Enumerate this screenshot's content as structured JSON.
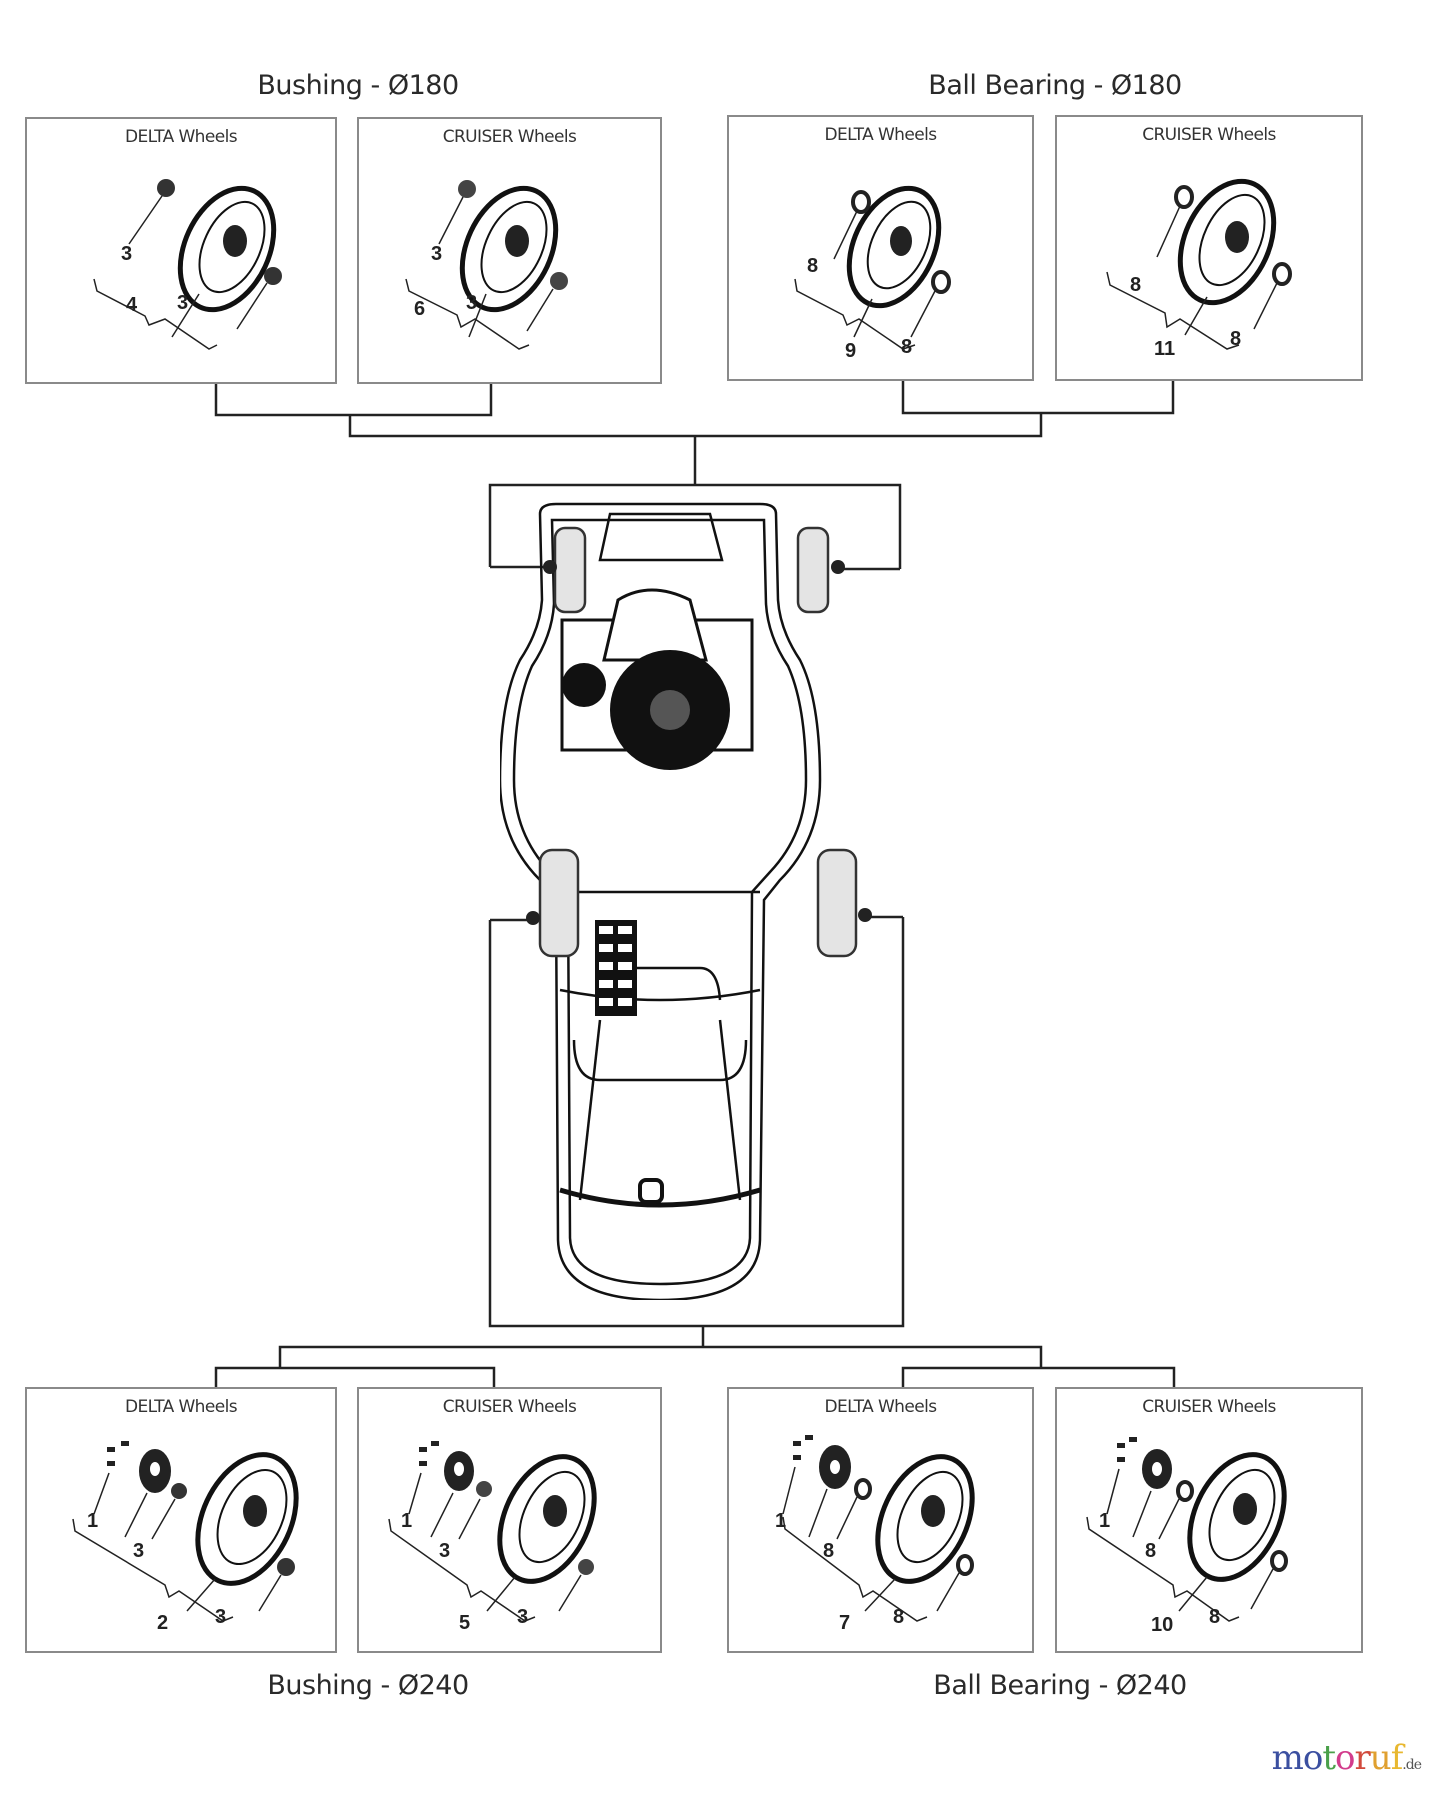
{
  "diagram": {
    "type": "exploded-parts-diagram",
    "subject": "lawn mower wheels (top view)",
    "groups": [
      {
        "title": "Bushing - Ø180",
        "position": "top-left",
        "panels": [
          {
            "title": "DELTA Wheels",
            "callouts": [
              "3",
              "4",
              "3"
            ]
          },
          {
            "title": "CRUISER Wheels",
            "callouts": [
              "3",
              "6",
              "3"
            ]
          }
        ],
        "connects_to": "front wheels"
      },
      {
        "title": "Ball Bearing - Ø180",
        "position": "top-right",
        "panels": [
          {
            "title": "DELTA Wheels",
            "callouts": [
              "8",
              "9",
              "8"
            ]
          },
          {
            "title": "CRUISER Wheels",
            "callouts": [
              "8",
              "11",
              "8"
            ]
          }
        ],
        "connects_to": "front wheels"
      },
      {
        "title": "Bushing - Ø240",
        "position": "bottom-left",
        "panels": [
          {
            "title": "DELTA Wheels",
            "callouts": [
              "1",
              "3",
              "2",
              "3"
            ]
          },
          {
            "title": "CRUISER Wheels",
            "callouts": [
              "1",
              "3",
              "5",
              "3"
            ]
          }
        ],
        "connects_to": "rear wheels"
      },
      {
        "title": "Ball Bearing - Ø240",
        "position": "bottom-right",
        "panels": [
          {
            "title": "DELTA Wheels",
            "callouts": [
              "1",
              "8",
              "7",
              "8"
            ]
          },
          {
            "title": "CRUISER Wheels",
            "callouts": [
              "1",
              "8",
              "10",
              "8"
            ]
          }
        ],
        "connects_to": "rear wheels"
      }
    ]
  },
  "logo": {
    "parts": [
      {
        "text": "m",
        "color": "#3b4fa0"
      },
      {
        "text": "o",
        "color": "#3b4fa0"
      },
      {
        "text": "t",
        "color": "#4aa04a"
      },
      {
        "text": "o",
        "color": "#d23c8c"
      },
      {
        "text": "r",
        "color": "#d24a3c"
      },
      {
        "text": "u",
        "color": "#e0a030"
      },
      {
        "text": "f",
        "color": "#e8b830"
      }
    ],
    "tld": ".de"
  }
}
